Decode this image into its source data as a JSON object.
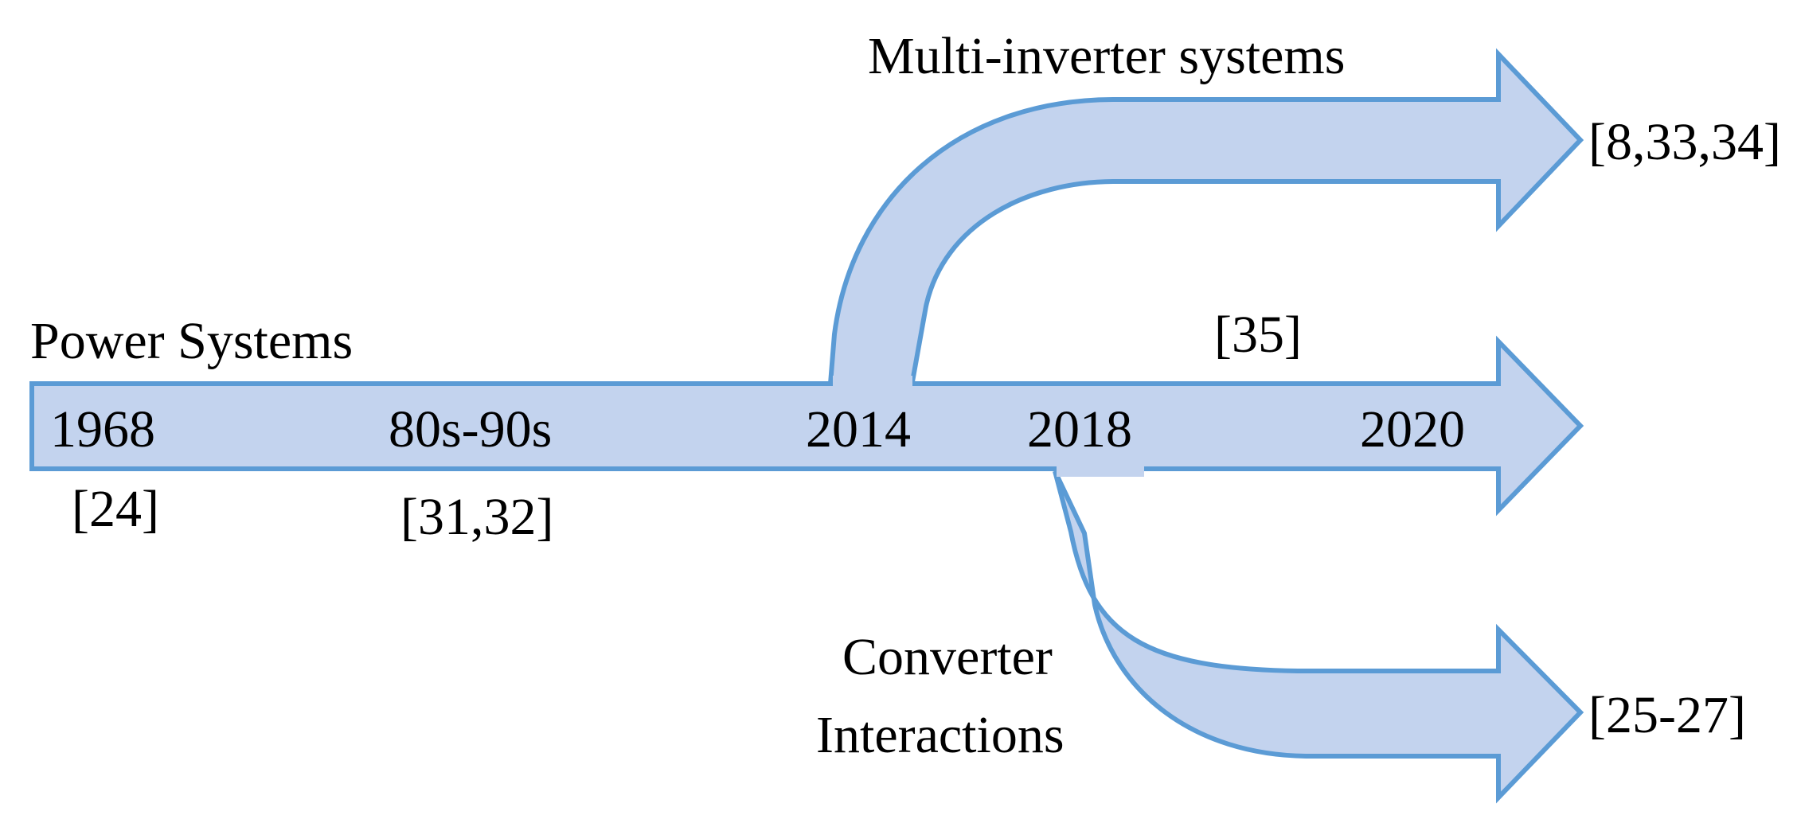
{
  "title": "Power Systems",
  "branches": {
    "upper_title": "Multi-inverter systems",
    "lower_title_line1": "Converter",
    "lower_title_line2": "Interactions"
  },
  "timeline": {
    "years": [
      "1968",
      "80s-90s",
      "2014",
      "2018",
      "2020"
    ]
  },
  "references": {
    "r1968": "[24]",
    "r8090": "[31,32]",
    "main_end": "[35]",
    "upper_end": "[8,33,34]",
    "lower_end": "[25-27]"
  },
  "colors": {
    "arrow_fill": "#c3d3ee",
    "arrow_stroke": "#5b9bd5",
    "text": "#000000"
  }
}
